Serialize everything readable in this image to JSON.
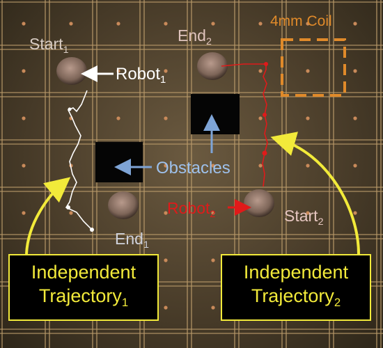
{
  "labels": {
    "start1": {
      "text": "Start",
      "sub": "1",
      "color": "#d9cdc4"
    },
    "end2": {
      "text": "End",
      "sub": "2",
      "color": "#e0c4bd"
    },
    "robot1": {
      "text": "Robot",
      "sub": "1",
      "color": "#ffffff"
    },
    "coil": {
      "text": "4mm Coil",
      "color": "#e08a2a"
    },
    "obstacles": {
      "text": "Obstacles",
      "color": "#9ec1ec"
    },
    "robot2": {
      "text": "Robot",
      "sub": "2",
      "color": "#e01a1a"
    },
    "start2": {
      "text": "Start",
      "sub": "2",
      "color": "#e6c6c0"
    },
    "end1": {
      "text": "End",
      "sub": "1",
      "color": "#cfd2dc"
    }
  },
  "boxes": {
    "traj1": {
      "line1": "Independent",
      "line2": "Trajectory",
      "sub": "1"
    },
    "traj2": {
      "line1": "Independent",
      "line2": "Trajectory",
      "sub": "2"
    }
  },
  "colors": {
    "grid": "#b89a6a",
    "robot_path1": "#ffffff",
    "robot_path2": "#e01a1a",
    "arrow_yellow": "#f2ea3a",
    "arrow_blue": "#7ea4d6",
    "coil": "#e08a2a"
  }
}
